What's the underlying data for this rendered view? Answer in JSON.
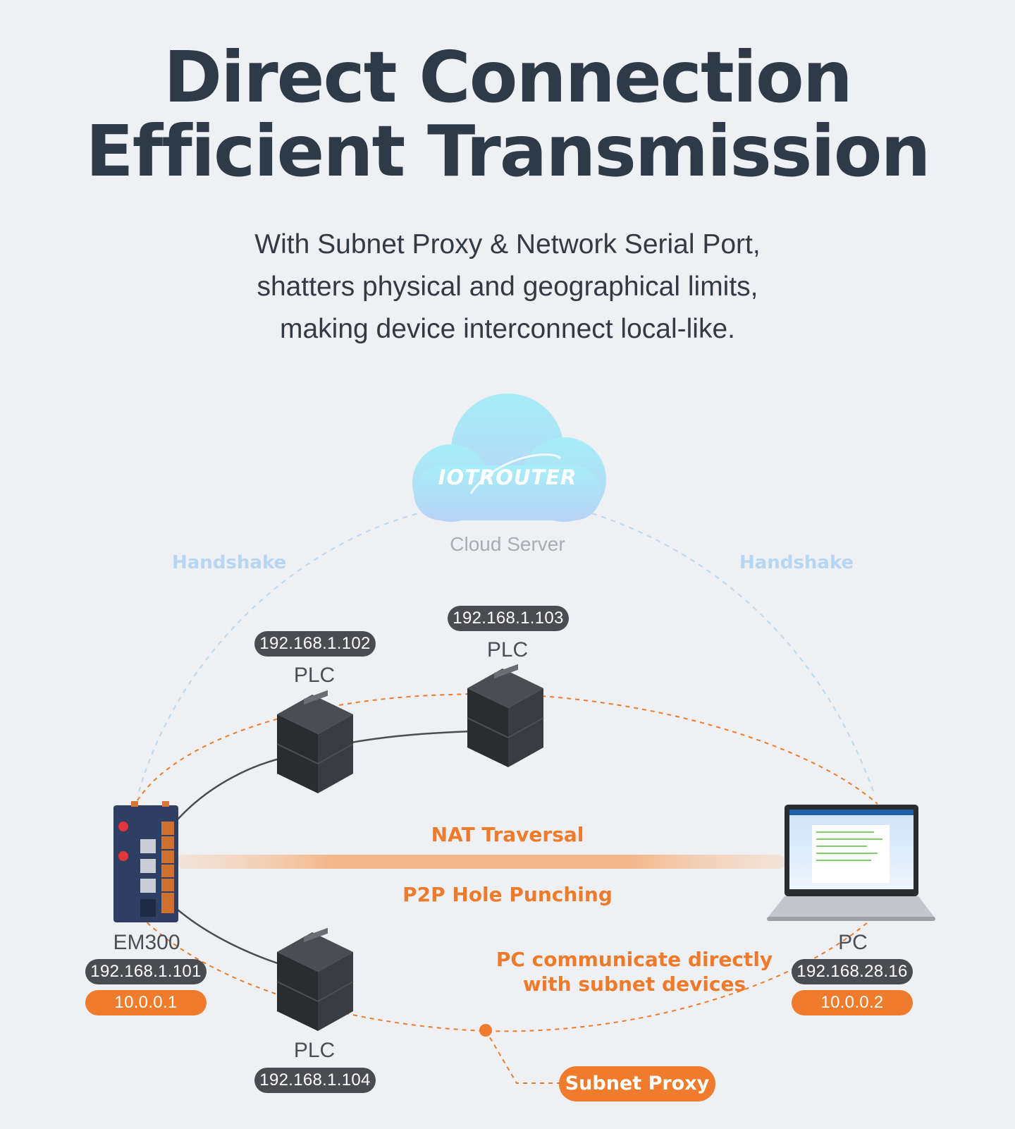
{
  "header": {
    "title_line1": "Direct Connection",
    "title_line2": "Efficient Transmission",
    "subtitle_line1": "With Subnet Proxy & Network Serial Port,",
    "subtitle_line2": "shatters physical and geographical limits,",
    "subtitle_line3": "making device interconnect local-like."
  },
  "cloud": {
    "logo_text": "IOTROUTER",
    "label": "Cloud Server",
    "handshake_left": "Handshake",
    "handshake_right": "Handshake"
  },
  "devices": {
    "plc1": {
      "label": "PLC",
      "ip": "192.168.1.102"
    },
    "plc2": {
      "label": "PLC",
      "ip": "192.168.1.103"
    },
    "plc3": {
      "label": "PLC",
      "ip": "192.168.1.104"
    },
    "em300": {
      "label": "EM300",
      "ip": "192.168.1.101",
      "virtual_ip": "10.0.0.1"
    },
    "pc": {
      "label": "PC",
      "ip": "192.168.28.16",
      "virtual_ip": "10.0.0.2"
    }
  },
  "links": {
    "nat": "NAT Traversal",
    "p2p": "P2P Hole Punching",
    "pc_note_line1": "PC communicate directly",
    "pc_note_line2": "with subnet devices",
    "subnet_proxy": "Subnet Proxy"
  },
  "colors": {
    "title": "#2e3a48",
    "accent_orange": "#ef7b2c",
    "pill_gray": "#4a4c51",
    "handshake_blue": "#b6d6f2",
    "background": "#eef0f3"
  }
}
